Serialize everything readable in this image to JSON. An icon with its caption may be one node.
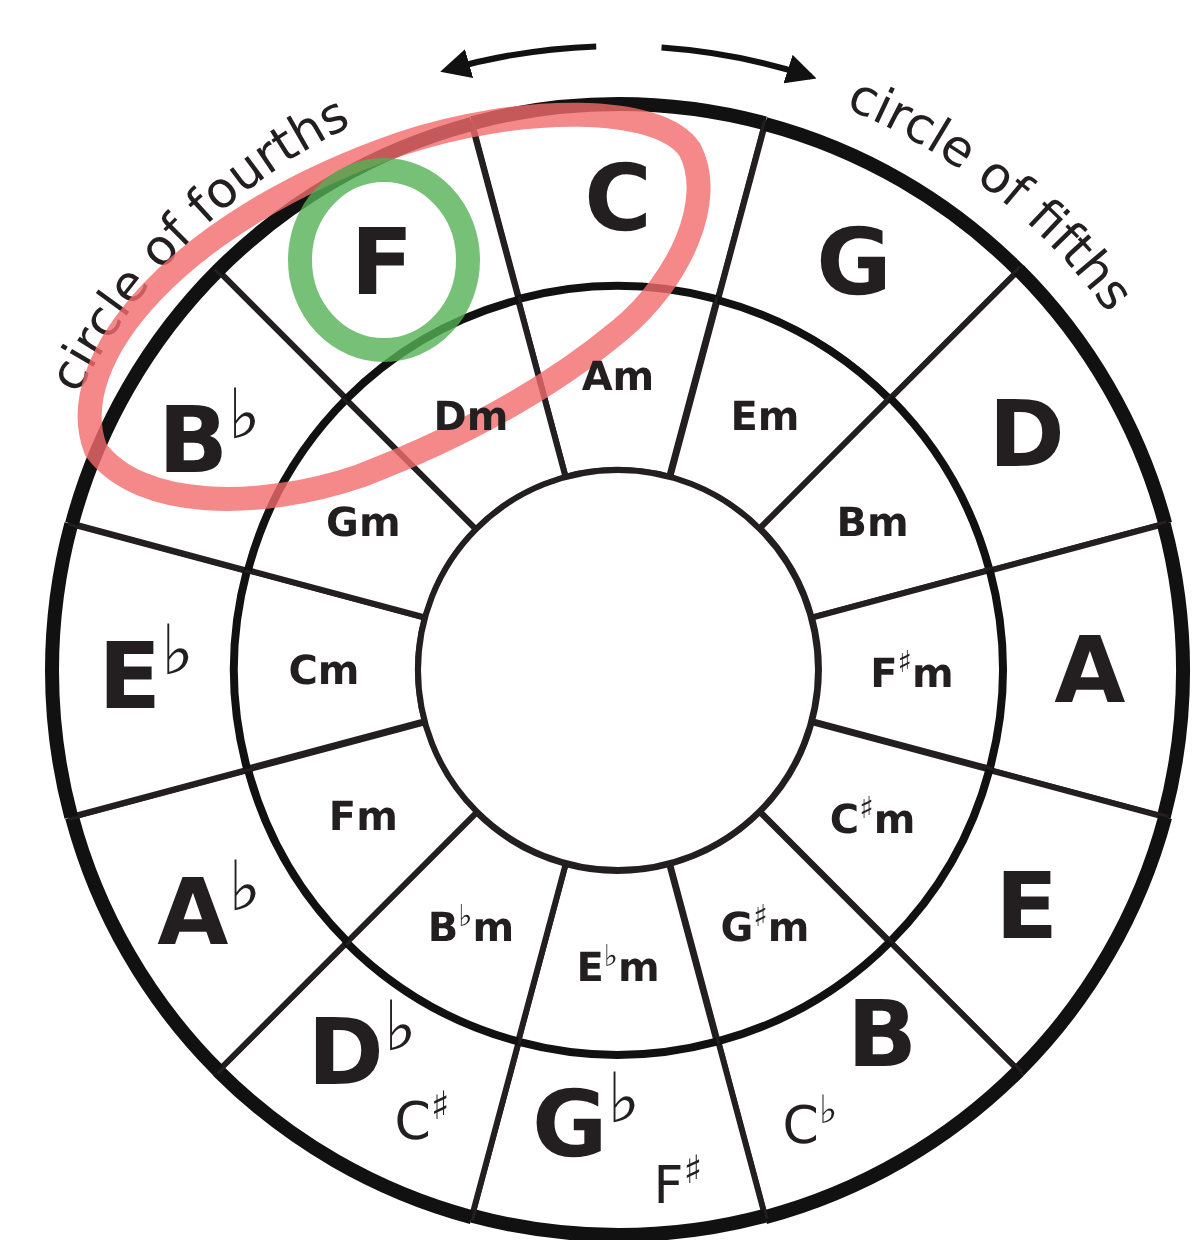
{
  "diagram": {
    "nodes": [
      {
        "text": [
          "C"
        ]
      },
      {
        "text": [
          "G"
        ]
      },
      {
        "text": [
          "D"
        ]
      },
      {
        "text": [
          "A"
        ]
      },
      {
        "text": [
          "E"
        ]
      },
      {
        "text": [
          "B",
          "C$^{♭}$"
        ]
      },
      {
        "text": [
          "G$^{♭}$",
          "F$^{♯}$"
        ]
      },
      {
        "text": [
          "D$^{♭}$",
          "C$^{♯}$"
        ]
      },
      {
        "text": [
          "A$^{♭}$"
        ]
      },
      {
        "text": [
          "E$^{♭}$"
        ]
      },
      {
        "text": [
          "B$^{♭}$"
        ]
      },
      {
        "text": [
          "F"
        ]
      },
      {
        "text": [
          "Am"
        ]
      },
      {
        "text": [
          "Em"
        ]
      },
      {
        "text": [
          "Bm"
        ]
      },
      {
        "text": [
          "F$^{♯}$m"
        ]
      },
      {
        "text": [
          "C$^{♯}$m"
        ]
      },
      {
        "text": [
          "G$^{♯}$m"
        ]
      },
      {
        "text": [
          "E$^{♭}$m"
        ]
      },
      {
        "text": [
          "B$^{♭}$m"
        ]
      },
      {
        "text": [
          "Fm"
        ]
      },
      {
        "text": [
          "Cm"
        ]
      },
      {
        "text": [
          "Gm"
        ]
      },
      {
        "text": [
          "Dm"
        ]
      },
      {
        "text": [],
        "shape": "circle"
      }
    ],
    "labels": [
      "circle of fourths",
      "circle of fifths"
    ]
  }
}
